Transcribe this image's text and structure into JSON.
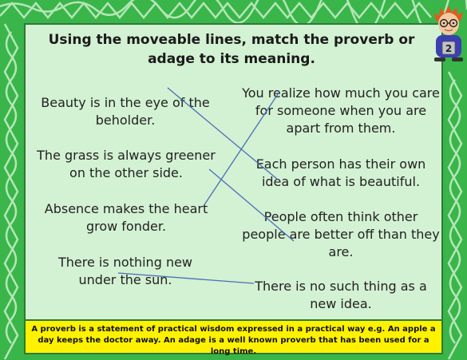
{
  "title": "Using the moveable lines, match the proverb or adage to its meaning.",
  "proverbs": [
    "Beauty is in the eye of the beholder.",
    "The grass is always greener on the other side.",
    "Absence makes the heart grow fonder.",
    "There is nothing new under the sun."
  ],
  "meanings": [
    "You realize how much you care for someone when you are apart from them.",
    "Each person has their own idea of what is beautiful.",
    "People often think other people are better off than they are.",
    "There is no such thing as a new idea."
  ],
  "footer": "A proverb is a statement of practical wisdom expressed in a practical way e.g. An apple a day keeps the doctor away. An adage is a well known proverb that has been used for a long time.",
  "badge": "2",
  "colors": {
    "background": "#3ab54a",
    "panel": "#d3f1d3",
    "footer": "#fff200",
    "line": "#4a6fb5"
  }
}
